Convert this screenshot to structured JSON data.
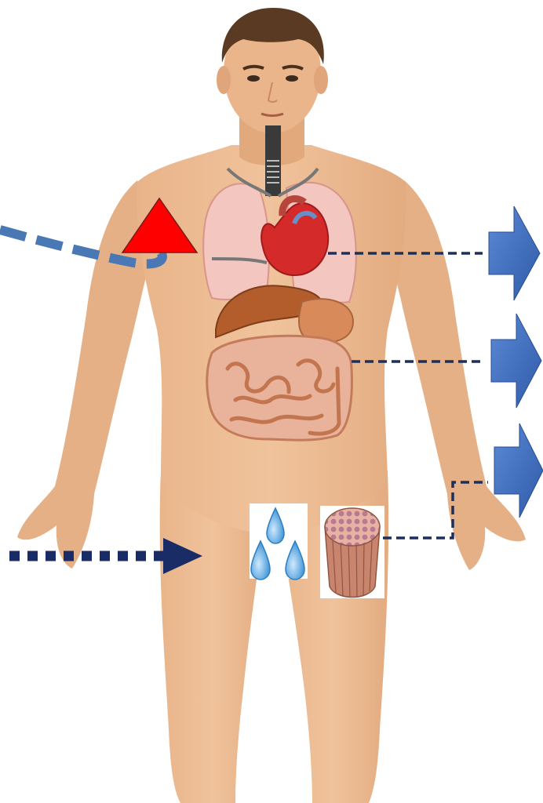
{
  "diagram": {
    "description_labels": [],
    "colors": {
      "background": "#ffffff",
      "skin": "#e8b58c",
      "skin_shadow": "#d99c72",
      "hair": "#5a3a22",
      "triangle": "#ff0000",
      "curved_arrow": "#4a78b5",
      "connector_lines": "#1f2f5a",
      "block_arrows": "#4472c4",
      "bottom_arrow": "#1a2c66",
      "heart": "#d42a2a",
      "lungs": "#f4c6c0",
      "liver": "#b35c2c",
      "stomach": "#d98a5a",
      "intestines": "#e0a37a",
      "water_drops": "#6fb4e8",
      "muscle_bundle": "#c9846e"
    },
    "icons": [
      "human-body-figure",
      "red-triangle-marker",
      "curved-dashed-arrow",
      "heart-organ",
      "lungs-organ",
      "liver-organ",
      "stomach-organ",
      "intestines-organ",
      "water-drops-icon",
      "muscle-fiber-bundle-icon",
      "block-arrow-right"
    ]
  }
}
